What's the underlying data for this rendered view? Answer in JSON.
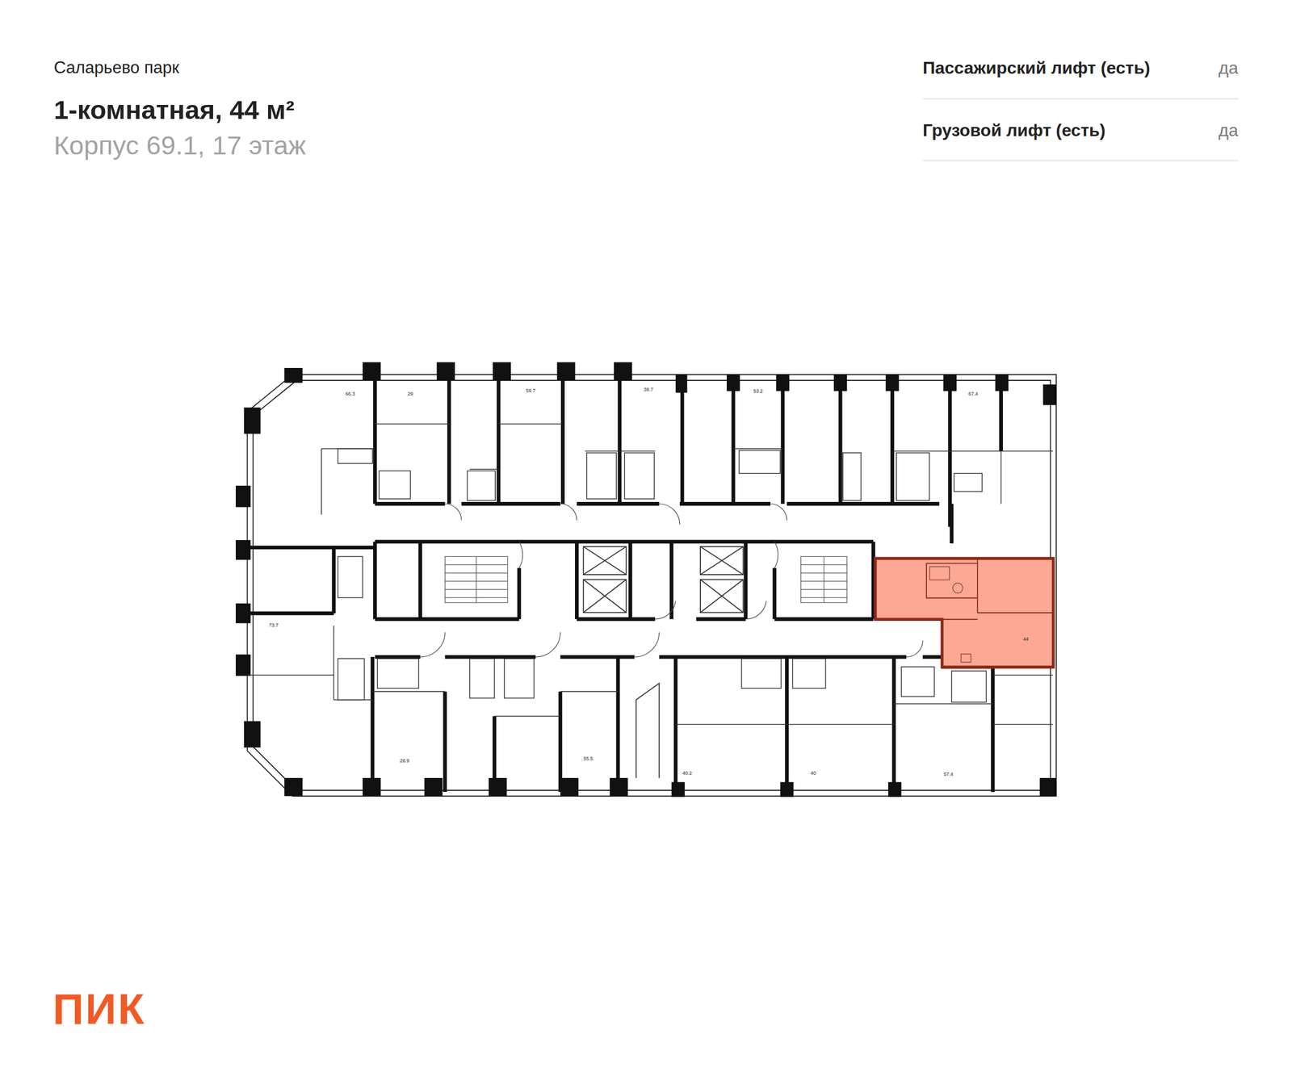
{
  "diagram": {
    "title": "1-комнатная, 44 м²",
    "nodes": [
      {
        "text": [
          "44"
        ]
      }
    ],
    "labels": [
      "Саларьево парк",
      "Корпус 69.1, 17 этаж",
      "Пассажирский лифт (есть)",
      "да",
      "Грузовой лифт (есть)",
      "да",
      "66.3",
      "29",
      "59.7",
      "38.7",
      "53.2",
      "67.4",
      "73.7",
      "28.9",
      "55.5",
      "40.2",
      "40",
      "57.4",
      "ПИК"
    ]
  }
}
